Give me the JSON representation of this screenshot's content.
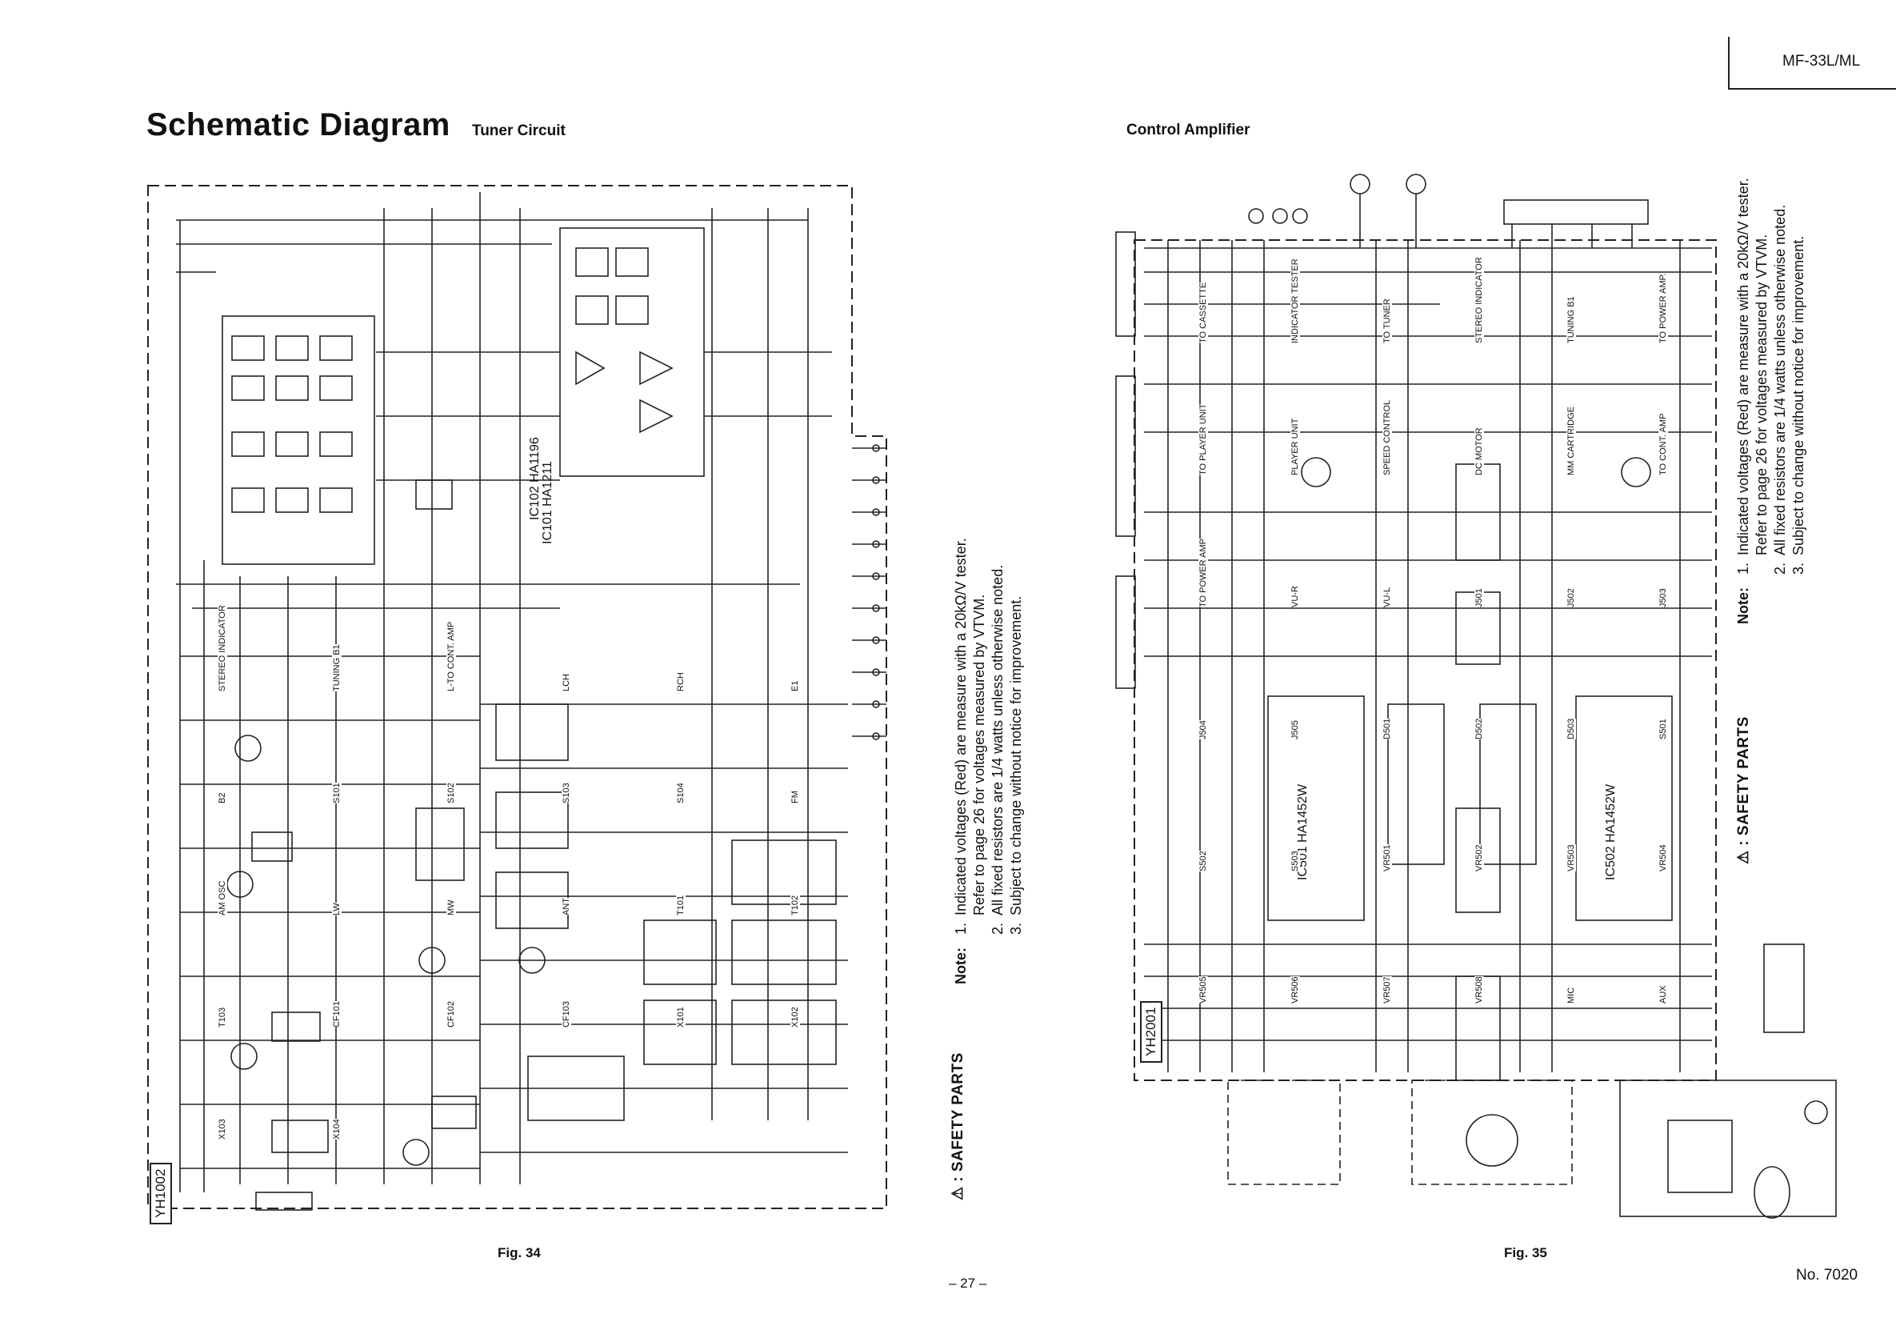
{
  "header": {
    "model": "MF-33L/ML"
  },
  "title": {
    "main": "Schematic Diagram",
    "tuner": "Tuner Circuit",
    "control": "Control Amplifier"
  },
  "figures": {
    "tuner": "Fig. 34",
    "control": "Fig. 35"
  },
  "footer": {
    "page": "– 27 –",
    "doc_no": "No. 7020"
  },
  "notes": {
    "label": "Note:",
    "items": [
      {
        "num": "1.",
        "lines": [
          "Indicated voltages (Red) are measure with a 20kΩ/V tester.",
          "Refer to page 26 for voltages measured by VTVM."
        ]
      },
      {
        "num": "2.",
        "lines": [
          "All fixed resistors are 1/4 watts unless otherwise noted."
        ]
      },
      {
        "num": "3.",
        "lines": [
          "Subject to change without notice for improvement."
        ]
      }
    ],
    "safety": "⚠ :  SAFETY PARTS"
  },
  "tuner_board": {
    "board_id": "YH1002",
    "ics": [
      "IC101 HA1211",
      "IC102 HA1196"
    ],
    "labels": [
      "STEREO INDICATOR",
      "TUNING B1",
      "L-TO CONT. AMP",
      "LCH",
      "RCH",
      "E1",
      "B2",
      "S101",
      "S102",
      "S103",
      "S104",
      "FM",
      "AM OSC",
      "LW",
      "MW",
      "ANT",
      "T101",
      "T102",
      "T103",
      "CF101",
      "CF102",
      "CF103",
      "X101",
      "X102",
      "X103",
      "X104"
    ]
  },
  "control_board": {
    "board_id": "YH2001",
    "ics": [
      "IC501 HA1452W",
      "IC502 HA1452W"
    ],
    "labels": [
      "TO CASSETTE",
      "INDICATOR TESTER",
      "TO TUNER",
      "STEREO INDICATOR",
      "TUNING B1",
      "TO POWER AMP.",
      "TO PLAYER UNIT",
      "PLAYER UNIT",
      "SPEED CONTROL",
      "DC MOTOR",
      "MM CARTRIDGE",
      "TO CONT. AMP",
      "TO POWER AMP",
      "VU-R",
      "VU-L",
      "J501",
      "J502",
      "J503",
      "J504",
      "J505",
      "D501",
      "D502",
      "D503",
      "S501",
      "S502",
      "S503",
      "VR501",
      "VR502",
      "VR503",
      "VR504",
      "VR505",
      "VR506",
      "VR507",
      "VR508",
      "MIC",
      "AUX"
    ]
  }
}
